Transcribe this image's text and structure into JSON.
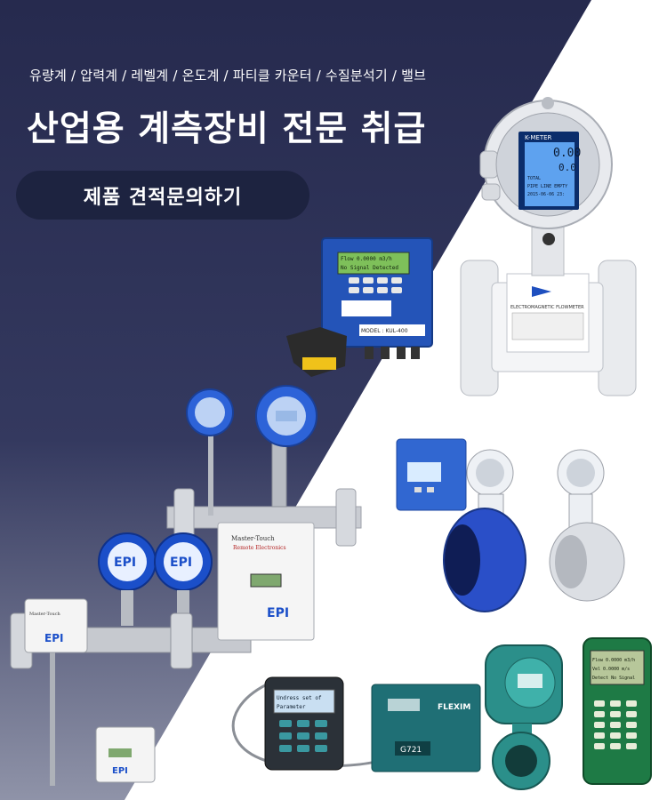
{
  "banner": {
    "categories": "유량계 / 압력계 / 레벨계  / 온도계 / 파티클 카운터 / 수질분석기 / 밸브",
    "headline": "산업용 계측장비 전문 취급",
    "cta_label": "제품 견적문의하기"
  },
  "devices": {
    "em_flowmeter": {
      "brand": "K-METER",
      "screen_l1": "0.00",
      "screen_l2": "0.0",
      "screen_l3": "TOTAL",
      "screen_l4": "PIPE LINE EMPTY",
      "screen_l5": "2015-06-06 23:",
      "body_label": "ELECTROMAGNETIC FLOWMETER"
    },
    "ultrasonic_wall": {
      "screen_l1": "Flow 0.0000 m3/h",
      "screen_l2": "No Signal Detected",
      "model": "MODEL : KUL-400"
    },
    "epi_meters": {
      "brand": "EPI",
      "box_brand": "Master-Touch",
      "box_sub": "Remote Electronics"
    },
    "flexim": {
      "brand": "FLEXIM",
      "model": "G721",
      "screen_l1": "Undress set of",
      "screen_l2": "Parameter"
    },
    "handheld": {
      "screen_l1": "Flow 0.0000 m3/h",
      "screen_l2": "Vel 0.0000 m/s",
      "screen_l3": "Detect No Signal"
    },
    "colors": {
      "navy": "#262a4e",
      "navy_light": "#3b4170",
      "epi_blue": "#1b4fc9",
      "steel": "#c9ccd2",
      "flexim_teal": "#1f6f75",
      "handheld_green": "#1e7a45"
    }
  }
}
